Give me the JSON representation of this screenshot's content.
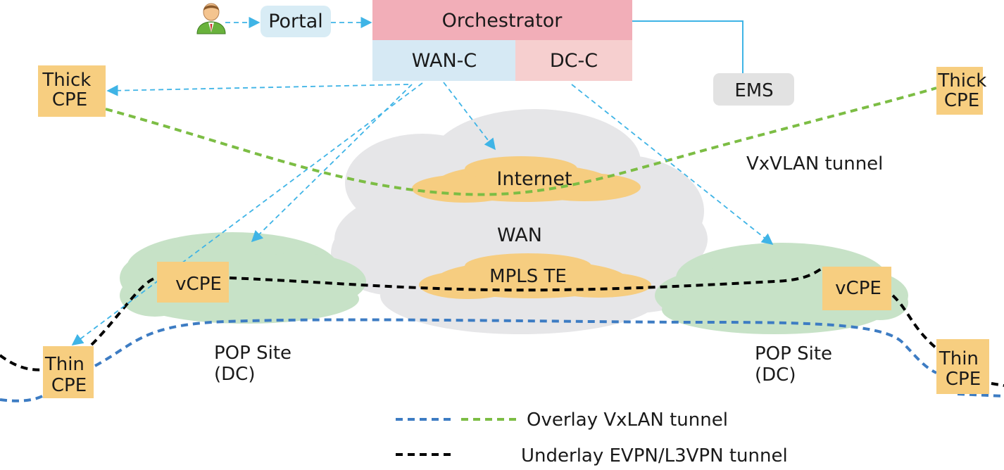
{
  "nodes": {
    "portal": "Portal",
    "orchestrator": "Orchestrator",
    "wan_c": "WAN-C",
    "dc_c": "DC-C",
    "ems": "EMS",
    "thick_cpe_left": [
      "Thick",
      "CPE"
    ],
    "thick_cpe_right": [
      "Thick",
      "CPE"
    ],
    "thin_cpe_left": [
      "Thin",
      "CPE"
    ],
    "thin_cpe_right": [
      "Thin",
      "CPE"
    ],
    "vcpe_left": "vCPE",
    "vcpe_right": "vCPE",
    "wan": "WAN",
    "internet": "Internet",
    "mpls_te": "MPLS TE",
    "pop_site_left": [
      "POP Site",
      "(DC)"
    ],
    "pop_site_right": [
      "POP Site",
      "(DC)"
    ]
  },
  "labels": {
    "vxvlan_tunnel": "VxVLAN tunnel"
  },
  "legend": {
    "overlay": "Overlay VxLAN tunnel",
    "underlay": "Underlay EVPN/L3VPN tunnel"
  },
  "icons": {
    "user": "user-icon"
  },
  "colors": {
    "control_arrow": "#3fb4e6",
    "overlay_green": "#7cbd44",
    "overlay_blue": "#3d7cc3",
    "underlay_black": "#000000",
    "orchestrator_bg": "#f2aeb8",
    "wan_c_bg": "#d6e9f4",
    "dc_c_bg": "#f6cfcf",
    "cpe_box": "#f7ce80",
    "wan_cloud": "#e6e6e8",
    "pop_cloud": "#c7e2c7",
    "inner_cloud": "#f6cd80",
    "ems_bg": "#e2e2e2",
    "portal_bg": "#d8ecf5"
  }
}
